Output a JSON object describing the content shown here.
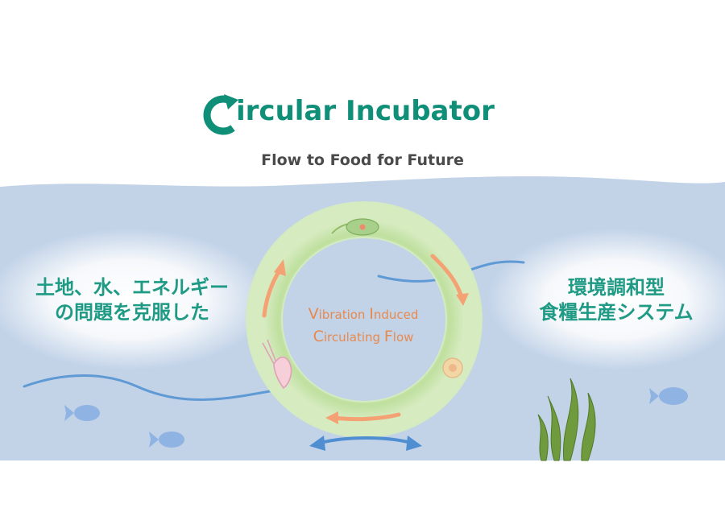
{
  "logo": {
    "name": "ircular Incubator",
    "tagline": "Flow to Food for Future"
  },
  "left_text": {
    "line1": "土地、水、エネルギー",
    "line2": "の問題を克服した"
  },
  "right_text": {
    "line1": "環境調和型",
    "line2": "食糧生産システム"
  },
  "ring_text": {
    "line1_cap1": "V",
    "line1_rest1": "ibration ",
    "line1_cap2": "I",
    "line1_rest2": "nduced",
    "line2_cap1": "C",
    "line2_rest1": "irculating ",
    "line2_cap2": "F",
    "line2_rest2": "low"
  },
  "colors": {
    "brand_green": "#0f8f78",
    "text_teal": "#1f9a85",
    "water": "#c2d3e8",
    "ring_green": "#c4e3a6",
    "arrow_orange": "#f4a274",
    "motion_arrow_blue": "#4f8fd1",
    "fish": "#8fb3e3",
    "seaweed": "#6f9a3d"
  }
}
